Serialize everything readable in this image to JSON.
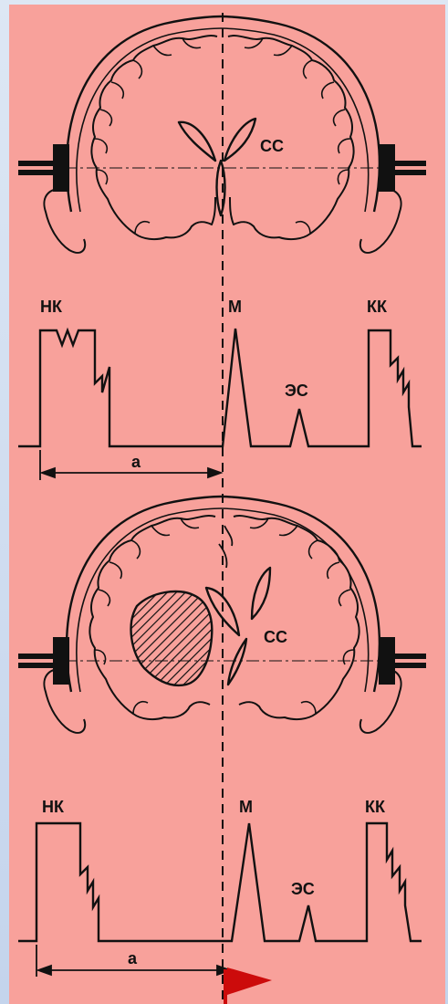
{
  "labels": {
    "cc_top": "СС",
    "cc_bottom": "СС",
    "top_echo": {
      "left": "НК",
      "mid": "М",
      "es": "ЭС",
      "right": "КК",
      "dist": "а"
    },
    "bottom_echo": {
      "left": "НК",
      "mid": "М",
      "es": "ЭС",
      "right": "КК",
      "dist": "а"
    }
  },
  "colors": {
    "panel": "#f8a19b",
    "ink": "#111111",
    "marker": "#cc0b0b"
  }
}
